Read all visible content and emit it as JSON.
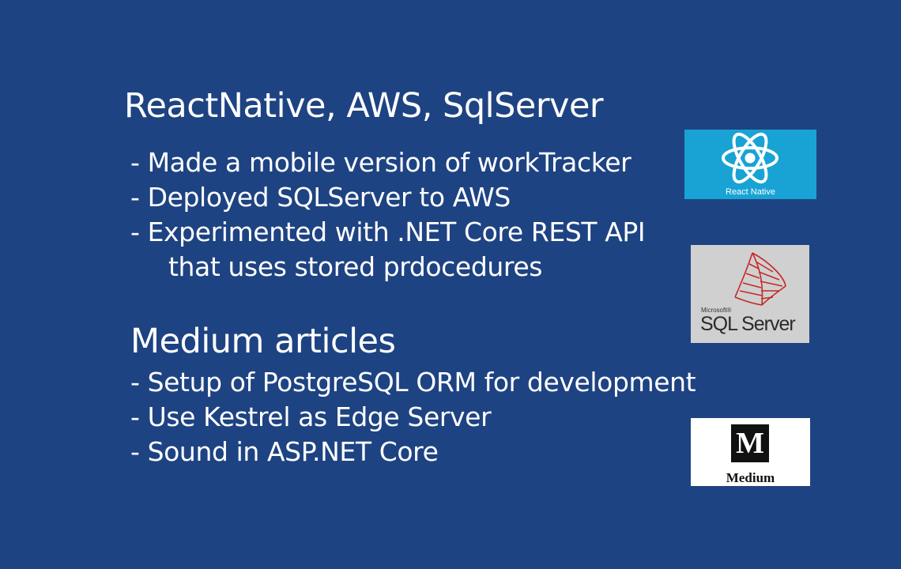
{
  "section1": {
    "title": "ReactNative, AWS, SqlServer",
    "bullets": [
      "- Made a mobile version of workTracker",
      "- Deployed SQLServer to AWS",
      "- Experimented with .NET Core REST API",
      "that uses stored prdocedures"
    ]
  },
  "section2": {
    "title": "Medium articles",
    "bullets": [
      "- Setup of PostgreSQL ORM for development",
      "- Use Kestrel as Edge Server",
      "- Sound in ASP.NET Core"
    ]
  },
  "logos": {
    "react": {
      "caption": "React Native",
      "icon": "react-atom-icon",
      "color": "#18a3d4"
    },
    "sqlserver": {
      "small": "Microsoft",
      "mark": "®",
      "big": "SQL Server",
      "icon": "sql-server-sail-icon",
      "color": "#c62828"
    },
    "medium": {
      "letter": "M",
      "word": "Medium",
      "icon": "medium-m-icon"
    }
  },
  "colors": {
    "background": "#1e4382",
    "text": "#ffffff"
  }
}
